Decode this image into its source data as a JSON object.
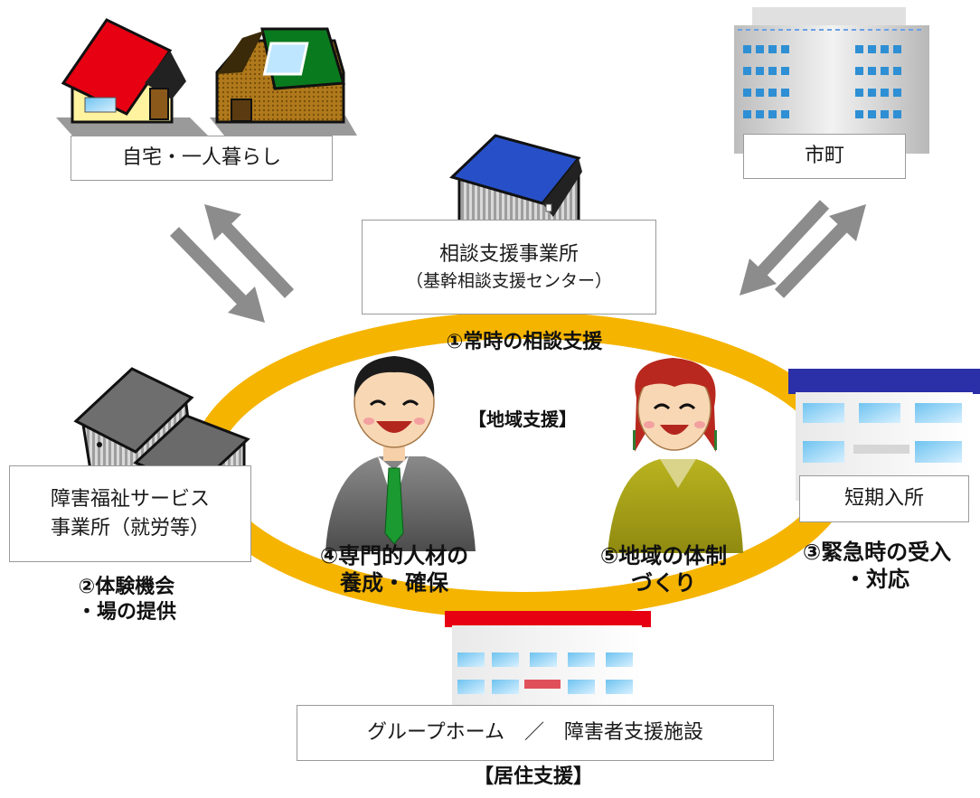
{
  "nodes": {
    "home": "自宅・一人暮らし",
    "city": "市町",
    "consult_line1": "相談支援事業所",
    "consult_line2": "（基幹相談支援センター）",
    "welfare_line1": "障害福祉サービス",
    "welfare_line2": "事業所（就労等）",
    "shortstay": "短期入所",
    "group_home": "グループホーム　／　障害者支援施設"
  },
  "functions": {
    "f1": "①常時の相談支援",
    "f2_line1": "②体験機会",
    "f2_line2": "・場の提供",
    "f3_line1": "③緊急時の受入",
    "f3_line2": "・対応",
    "f4_line1": "④専門的人材の",
    "f4_line2": "養成・確保",
    "f5_line1": "⑤地域の体制",
    "f5_line2": "づくり"
  },
  "sections": {
    "community": "【地域支援】",
    "residential": "【居住支援】"
  },
  "colors": {
    "ring": "#f5b400",
    "arrow": "#8c8c8c",
    "roof_red": "#e60012",
    "roof_green": "#0a7a1e",
    "roof_blue": "#2750c8",
    "tie_green": "#1a9a30"
  }
}
